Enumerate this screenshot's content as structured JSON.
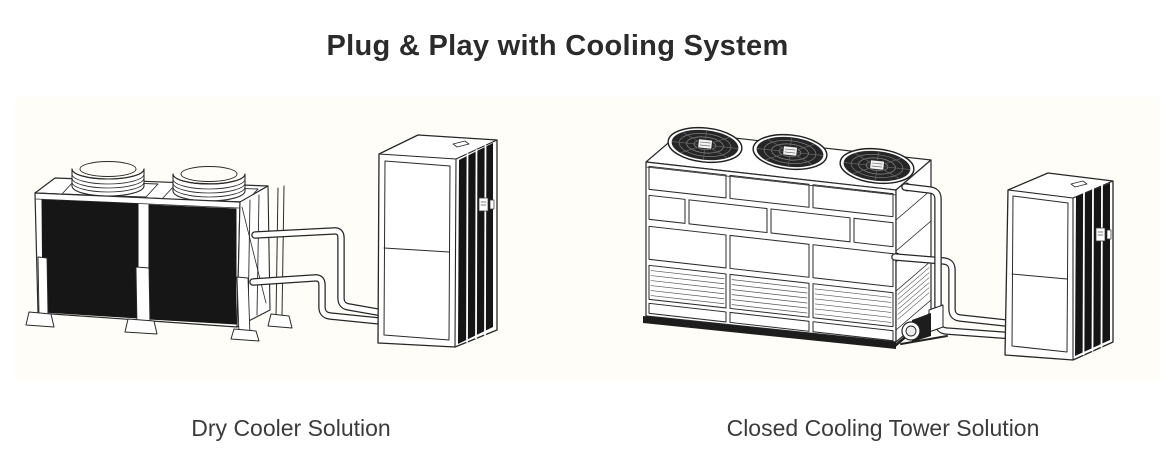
{
  "header": {
    "title": "Plug & Play with Cooling System"
  },
  "figures": [
    {
      "name": "dry-cooler",
      "caption": "Dry Cooler Solution"
    },
    {
      "name": "closed-cooling-tower",
      "caption": "Closed Cooling Tower Solution"
    }
  ],
  "theme": {
    "background": "#ffffff",
    "illustration_tint": "#fffdf7",
    "line_ink": "#2a2a2a",
    "panel_fill": "#161616",
    "title_color": "#2b2b2b",
    "caption_color": "#3b3b3b"
  }
}
